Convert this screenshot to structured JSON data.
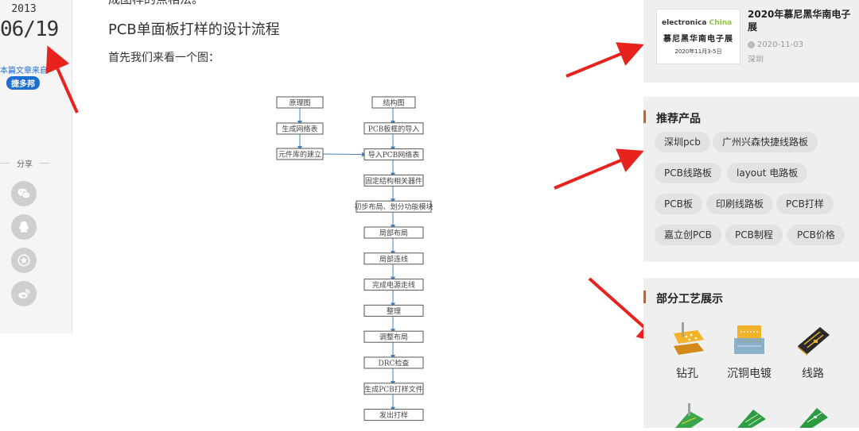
{
  "sidebar": {
    "year": "2013",
    "date": "06/19",
    "source_label": "本篇文章来自",
    "source_badge": "捷多邦",
    "share_title": "分享",
    "share_icons": [
      "wechat-icon",
      "qq-icon",
      "favorite-star-icon",
      "weibo-icon"
    ]
  },
  "article": {
    "clipped_line": "成图样的点相法。",
    "heading": "PCB单面板打样的设计流程",
    "intro": "首先我们来看一个图：",
    "flowchart": {
      "left_column": [
        "原理图",
        "生成网络表",
        "元件库的建立"
      ],
      "right_column": [
        "结构图",
        "PCB板框的导入",
        "导入PCB网络表",
        "固定结构相关器件",
        "初步布局、划分功能模块",
        "局部布局",
        "局部连线",
        "完成电源走线",
        "整理",
        "调整布局",
        "DRC检查",
        "生成PCB打样文件",
        "发出打样"
      ]
    }
  },
  "news": {
    "thumb_brand_prefix": "electronica",
    "thumb_brand_suffix": "China",
    "thumb_cn": "慕尼黑华南电子展",
    "thumb_date": "2020年11月3-5日",
    "title": "2020年慕尼黑华南电子展",
    "date": "2020-11-03",
    "city": "深圳"
  },
  "recommended": {
    "title": "推荐产品",
    "tags": [
      "深圳pcb",
      "广州兴森快捷线路板",
      "PCB线路板",
      "layout 电路板",
      "PCB板",
      "印刷线路板",
      "PCB打样",
      "嘉立创PCB",
      "PCB制程",
      "PCB价格"
    ]
  },
  "craft": {
    "title": "部分工艺展示",
    "items": [
      "钻孔",
      "沉铜电镀",
      "线路"
    ]
  },
  "colors": {
    "accent_orange": "#e05a25",
    "link_blue": "#1f6fd1",
    "arrow_red": "#e8231d"
  }
}
